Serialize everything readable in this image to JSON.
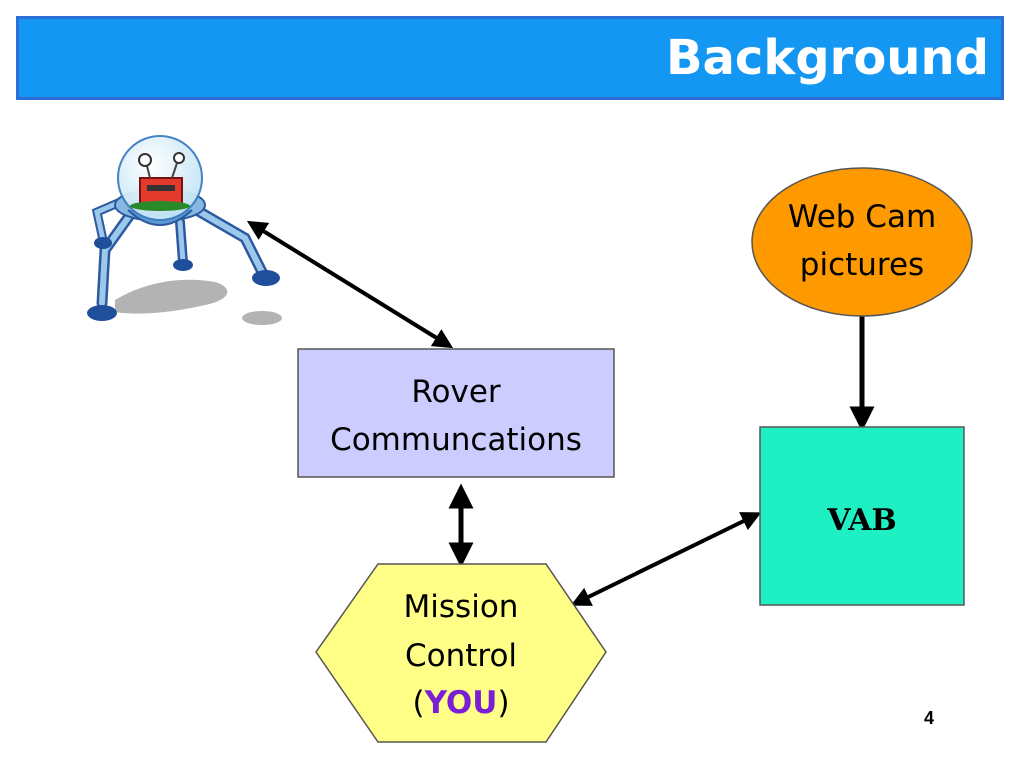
{
  "slide": {
    "title": "Background",
    "page_number": "4"
  },
  "nodes": {
    "rover_comm": {
      "line1": "Rover",
      "line2": "Communcations"
    },
    "mission_control": {
      "line1": "Mission",
      "line2": "Control",
      "line3_open": "(",
      "line3_emph": "YOU",
      "line3_close": ")"
    },
    "web_cam": {
      "line1": "Web Cam",
      "line2": "pictures"
    },
    "vab": {
      "label": "VAB"
    }
  },
  "colors": {
    "title_bar": "#1496f3",
    "rover_comm_fill": "#ccccff",
    "mission_control_fill": "#ffff88",
    "web_cam_fill": "#ff9900",
    "vab_fill": "#1ef0c4",
    "you_text": "#7a1fd6"
  },
  "icons": {
    "rover": "rover-robot-icon"
  }
}
